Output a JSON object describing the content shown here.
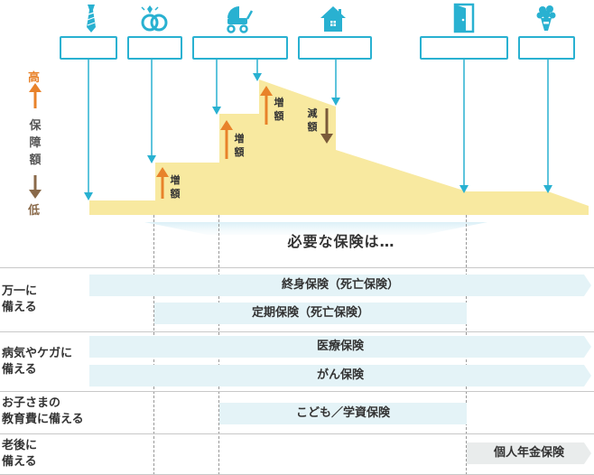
{
  "axis": {
    "high": "高",
    "mid": [
      "保",
      "障",
      "額"
    ],
    "low": "低"
  },
  "steps": {
    "step1": [
      "増",
      "額"
    ],
    "step2": [
      "増",
      "額"
    ],
    "step3": [
      "増",
      "額"
    ],
    "step4": [
      "減",
      "額"
    ]
  },
  "banner": "必要な保険は…",
  "categories": [
    {
      "label": [
        "万一に",
        "備える"
      ]
    },
    {
      "label": [
        "病気やケガに",
        "備える"
      ]
    },
    {
      "label": [
        "お子さまの",
        "教育費に備える"
      ]
    },
    {
      "label": [
        "老後に",
        "備える"
      ]
    }
  ],
  "insurance": {
    "whole_life": "終身保険（死亡保険）",
    "term_life": "定期保険（死亡保険）",
    "medical": "医療保険",
    "cancer": "がん保険",
    "education": "こども／学資保険",
    "pension": "個人年金保険"
  },
  "icons": {
    "stage1": "necktie-icon",
    "stage2": "wedding-rings-icon",
    "stage3": "baby-stroller-icon",
    "stage4": "house-icon",
    "stage5": "door-icon",
    "stage6": "bouquet-icon"
  },
  "colors": {
    "accent": "#29b1d1",
    "area": "#f8e9a0",
    "bar": "#e4f3f7",
    "increase": "#e8822a",
    "decrease": "#7a5a3a"
  }
}
